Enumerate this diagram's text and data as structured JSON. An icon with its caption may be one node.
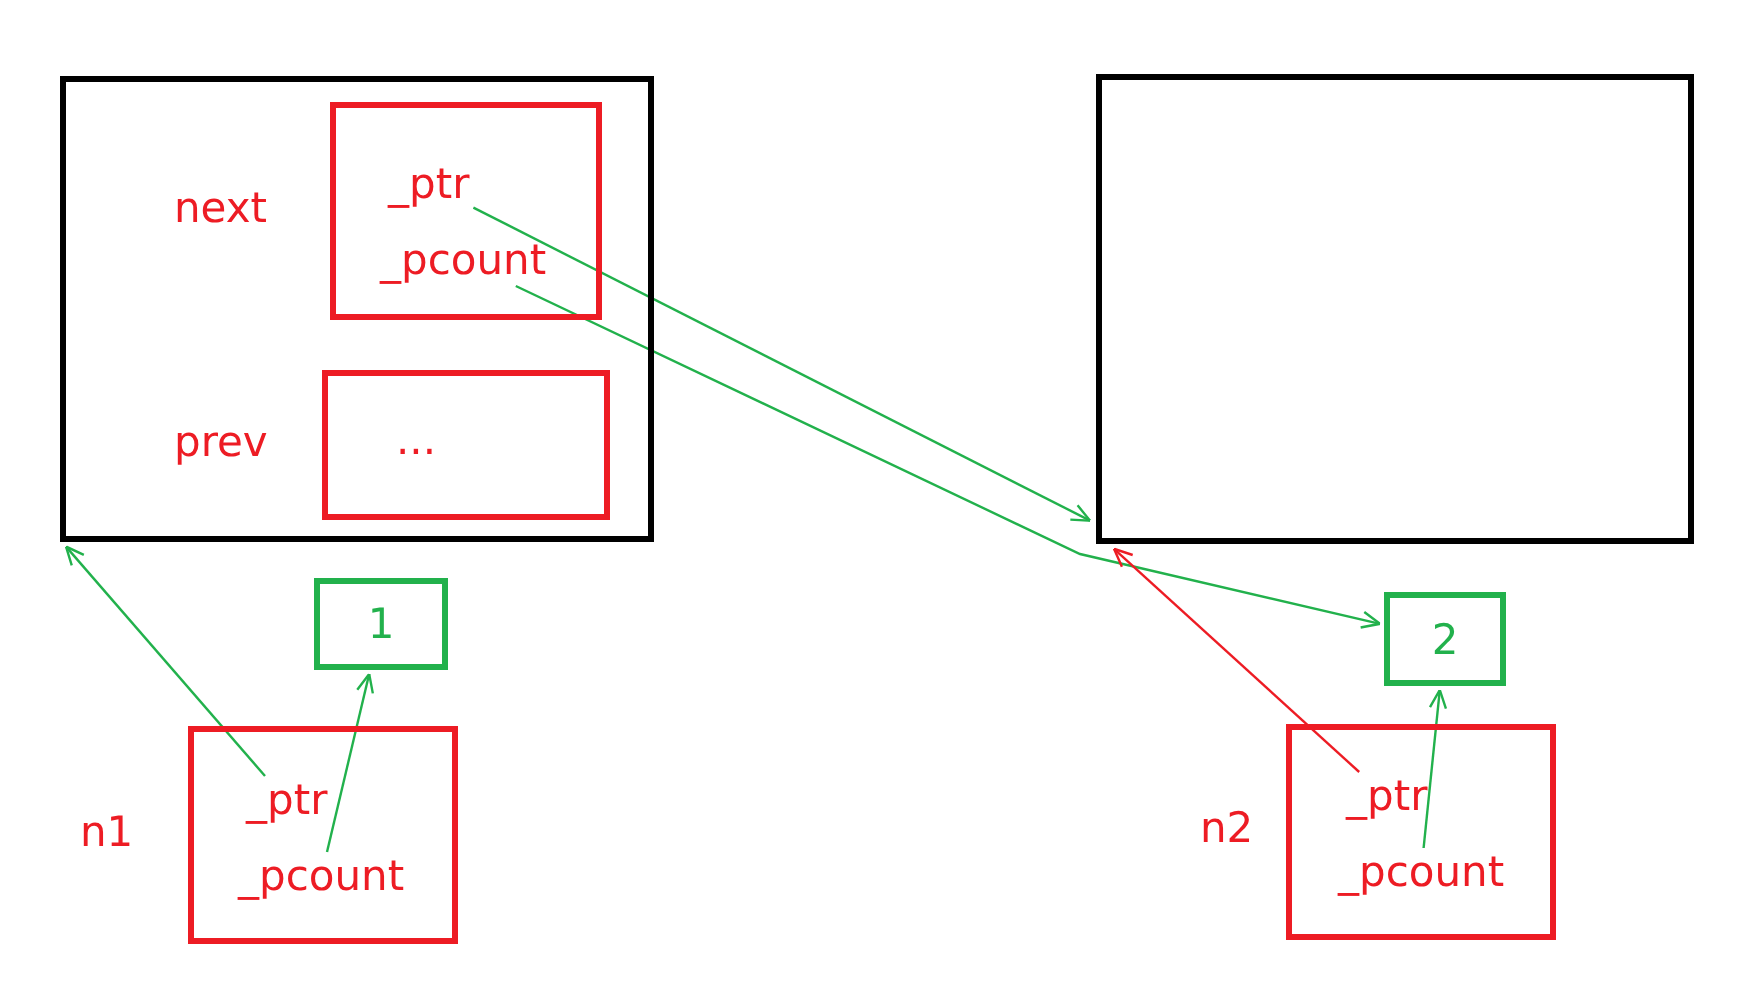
{
  "diagram": {
    "nodes": [
      {
        "text": [],
        "shape": "box"
      },
      {
        "text": [
          "next"
        ],
        "in": 0
      },
      {
        "text": [
          "_ptr"
        ],
        "in": 1
      },
      {
        "text": [
          "_pcount"
        ],
        "in": 1
      },
      {
        "text": [
          "prev",
          "..."
        ],
        "in": 0
      },
      {
        "text": [],
        "shape": "box"
      },
      {
        "text": [
          "1"
        ]
      },
      {
        "text": [
          "2"
        ]
      },
      {
        "text": [
          "n1"
        ]
      },
      {
        "text": [
          "_ptr"
        ],
        "in": 8
      },
      {
        "text": [
          "_pcount"
        ],
        "in": 8
      },
      {
        "text": [
          "n2"
        ]
      },
      {
        "text": [
          "_ptr"
        ],
        "in": 11
      },
      {
        "text": [
          "_pcount"
        ],
        "in": 11
      }
    ],
    "edges": [
      {
        "from": 2,
        "to": 5,
        "arrow": "to"
      },
      {
        "from": 3,
        "to": 7,
        "arrow": "to"
      },
      {
        "from": 9,
        "to": 0,
        "arrow": "to"
      },
      {
        "from": 10,
        "to": 6,
        "arrow": "to"
      },
      {
        "from": 12,
        "to": 5,
        "arrow": "to",
        "color": "#ed1c24"
      },
      {
        "from": 13,
        "to": 7,
        "arrow": "to"
      }
    ]
  }
}
